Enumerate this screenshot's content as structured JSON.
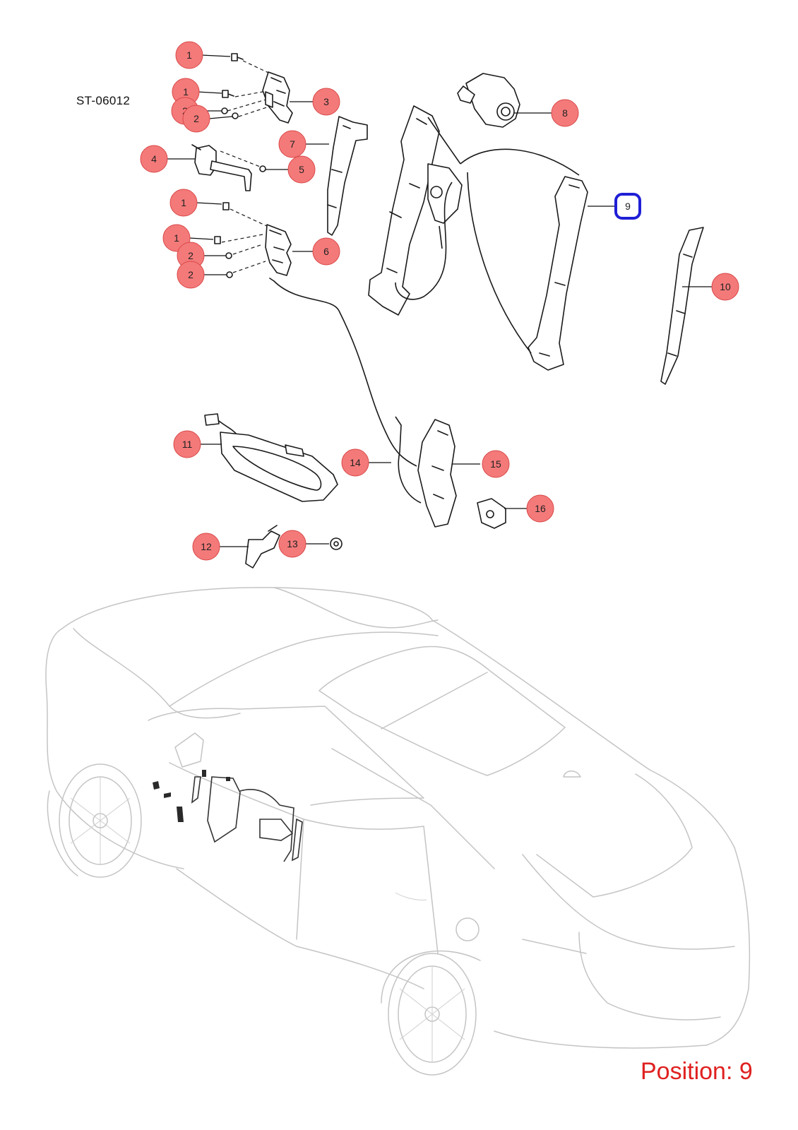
{
  "diagram": {
    "code": "ST-06012",
    "position_label": "Position: 9",
    "selected_callout": "9",
    "highlight_color": "#1f1fd6",
    "callout_color": "#f47a7a"
  },
  "callouts": [
    {
      "id": "c1a",
      "label": "1"
    },
    {
      "id": "c1b",
      "label": "1"
    },
    {
      "id": "c2a",
      "label": "2"
    },
    {
      "id": "c2b",
      "label": "2"
    },
    {
      "id": "c3",
      "label": "3"
    },
    {
      "id": "c4",
      "label": "4"
    },
    {
      "id": "c5",
      "label": "5"
    },
    {
      "id": "c7",
      "label": "7"
    },
    {
      "id": "c1c",
      "label": "1"
    },
    {
      "id": "c1d",
      "label": "1"
    },
    {
      "id": "c2c",
      "label": "2"
    },
    {
      "id": "c2d",
      "label": "2"
    },
    {
      "id": "c6",
      "label": "6"
    },
    {
      "id": "c8",
      "label": "8"
    },
    {
      "id": "c9",
      "label": "9"
    },
    {
      "id": "c10",
      "label": "10"
    },
    {
      "id": "c11",
      "label": "11"
    },
    {
      "id": "c12",
      "label": "12"
    },
    {
      "id": "c13",
      "label": "13"
    },
    {
      "id": "c14",
      "label": "14"
    },
    {
      "id": "c15",
      "label": "15"
    },
    {
      "id": "c16",
      "label": "16"
    }
  ]
}
